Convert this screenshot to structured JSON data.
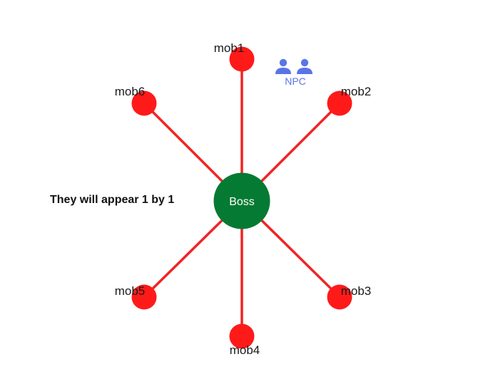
{
  "boss": {
    "label": "Boss",
    "color": "#057a33"
  },
  "mobs": [
    {
      "id": "mob1",
      "label": "mob1"
    },
    {
      "id": "mob2",
      "label": "mob2"
    },
    {
      "id": "mob3",
      "label": "mob3"
    },
    {
      "id": "mob4",
      "label": "mob4"
    },
    {
      "id": "mob5",
      "label": "mob5"
    },
    {
      "id": "mob6",
      "label": "mob6"
    }
  ],
  "mob_color": "#ff1a1a",
  "edge_color": "#f02424",
  "npc": {
    "label": "NPC",
    "icon": "users-icon",
    "color": "#5a74e8"
  },
  "note": "They will appear 1 by 1"
}
